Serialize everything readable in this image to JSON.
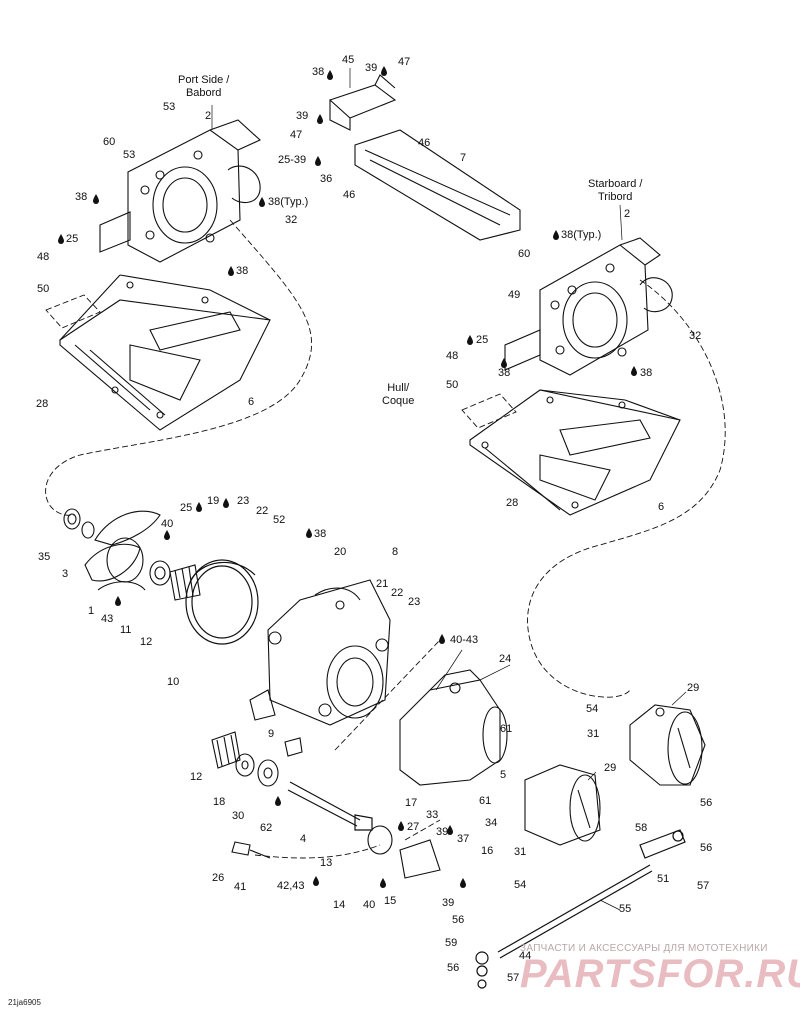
{
  "labels": {
    "port_side": "Port Side /",
    "babord": "Babord",
    "starboard": "Starboard /",
    "tribord": "Tribord",
    "hull": "Hull/",
    "coque": "Coque"
  },
  "callouts": [
    {
      "id": "c45",
      "text": "45"
    },
    {
      "id": "c38a",
      "text": "38"
    },
    {
      "id": "c39a",
      "text": "39"
    },
    {
      "id": "c47a",
      "text": "47"
    },
    {
      "id": "c53a",
      "text": "53"
    },
    {
      "id": "c39b",
      "text": "39"
    },
    {
      "id": "c47b",
      "text": "47"
    },
    {
      "id": "c46a",
      "text": "46"
    },
    {
      "id": "c60a",
      "text": "60"
    },
    {
      "id": "c53b",
      "text": "53"
    },
    {
      "id": "c2539",
      "text": "25-39"
    },
    {
      "id": "c7",
      "text": "7"
    },
    {
      "id": "c36",
      "text": "36"
    },
    {
      "id": "c46b",
      "text": "46"
    },
    {
      "id": "c38b",
      "text": "38"
    },
    {
      "id": "c38typ1",
      "text": "38(Typ.)"
    },
    {
      "id": "c32a",
      "text": "32"
    },
    {
      "id": "c25a",
      "text": "25"
    },
    {
      "id": "c48a",
      "text": "48"
    },
    {
      "id": "c38c",
      "text": "38"
    },
    {
      "id": "c50a",
      "text": "50"
    },
    {
      "id": "c28a",
      "text": "28"
    },
    {
      "id": "c6a",
      "text": "6"
    },
    {
      "id": "c2b",
      "text": "2"
    },
    {
      "id": "c38typ2",
      "text": "38(Typ.)"
    },
    {
      "id": "c60b",
      "text": "60"
    },
    {
      "id": "c49",
      "text": "49"
    },
    {
      "id": "c32b",
      "text": "32"
    },
    {
      "id": "c25b",
      "text": "25"
    },
    {
      "id": "c48b",
      "text": "48"
    },
    {
      "id": "c38d",
      "text": "38"
    },
    {
      "id": "c38e",
      "text": "38"
    },
    {
      "id": "c50b",
      "text": "50"
    },
    {
      "id": "c28b",
      "text": "28"
    },
    {
      "id": "c6b",
      "text": "6"
    },
    {
      "id": "c2a",
      "text": "2"
    },
    {
      "id": "c25c",
      "text": "25"
    },
    {
      "id": "c19",
      "text": "19"
    },
    {
      "id": "c23a",
      "text": "23"
    },
    {
      "id": "c22a",
      "text": "22"
    },
    {
      "id": "c52",
      "text": "52"
    },
    {
      "id": "c40a",
      "text": "40"
    },
    {
      "id": "c38f",
      "text": "38"
    },
    {
      "id": "c20",
      "text": "20"
    },
    {
      "id": "c8",
      "text": "8"
    },
    {
      "id": "c35",
      "text": "35"
    },
    {
      "id": "c3",
      "text": "3"
    },
    {
      "id": "c21",
      "text": "21"
    },
    {
      "id": "c22b",
      "text": "22"
    },
    {
      "id": "c23b",
      "text": "23"
    },
    {
      "id": "c1",
      "text": "1"
    },
    {
      "id": "c43",
      "text": "43"
    },
    {
      "id": "c11",
      "text": "11"
    },
    {
      "id": "c12a",
      "text": "12"
    },
    {
      "id": "c4043",
      "text": "40-43"
    },
    {
      "id": "c10",
      "text": "10"
    },
    {
      "id": "c24",
      "text": "24"
    },
    {
      "id": "c29a",
      "text": "29"
    },
    {
      "id": "c54a",
      "text": "54"
    },
    {
      "id": "c61a",
      "text": "61"
    },
    {
      "id": "c31a",
      "text": "31"
    },
    {
      "id": "c9",
      "text": "9"
    },
    {
      "id": "c5",
      "text": "5"
    },
    {
      "id": "c29b",
      "text": "29"
    },
    {
      "id": "c12b",
      "text": "12"
    },
    {
      "id": "c18",
      "text": "18"
    },
    {
      "id": "c17",
      "text": "17"
    },
    {
      "id": "c61b",
      "text": "61"
    },
    {
      "id": "c30",
      "text": "30"
    },
    {
      "id": "c33",
      "text": "33"
    },
    {
      "id": "c34",
      "text": "34"
    },
    {
      "id": "c56a",
      "text": "56"
    },
    {
      "id": "c62",
      "text": "62"
    },
    {
      "id": "c39c",
      "text": "39"
    },
    {
      "id": "c4",
      "text": "4"
    },
    {
      "id": "c27",
      "text": "27"
    },
    {
      "id": "c58",
      "text": "58"
    },
    {
      "id": "c37",
      "text": "37"
    },
    {
      "id": "c56b",
      "text": "56"
    },
    {
      "id": "c31b",
      "text": "31"
    },
    {
      "id": "c13",
      "text": "13"
    },
    {
      "id": "c16",
      "text": "16"
    },
    {
      "id": "c26",
      "text": "26"
    },
    {
      "id": "c51",
      "text": "51"
    },
    {
      "id": "c41",
      "text": "41"
    },
    {
      "id": "c4243",
      "text": "42,43"
    },
    {
      "id": "c54b",
      "text": "54"
    },
    {
      "id": "c57a",
      "text": "57"
    },
    {
      "id": "c14",
      "text": "14"
    },
    {
      "id": "c40b",
      "text": "40"
    },
    {
      "id": "c15",
      "text": "15"
    },
    {
      "id": "c39d",
      "text": "39"
    },
    {
      "id": "c55",
      "text": "55"
    },
    {
      "id": "c56c",
      "text": "56"
    },
    {
      "id": "c59",
      "text": "59"
    },
    {
      "id": "c44",
      "text": "44"
    },
    {
      "id": "c56d",
      "text": "56"
    },
    {
      "id": "c57b",
      "text": "57"
    }
  ],
  "footer_code": "21ja6905",
  "watermark": {
    "line1": "ЗАПЧАСТИ И АКСЕССУАРЫ ДЛЯ МОТОТЕХНИКИ",
    "line2": "PARTSFOR.RU"
  }
}
